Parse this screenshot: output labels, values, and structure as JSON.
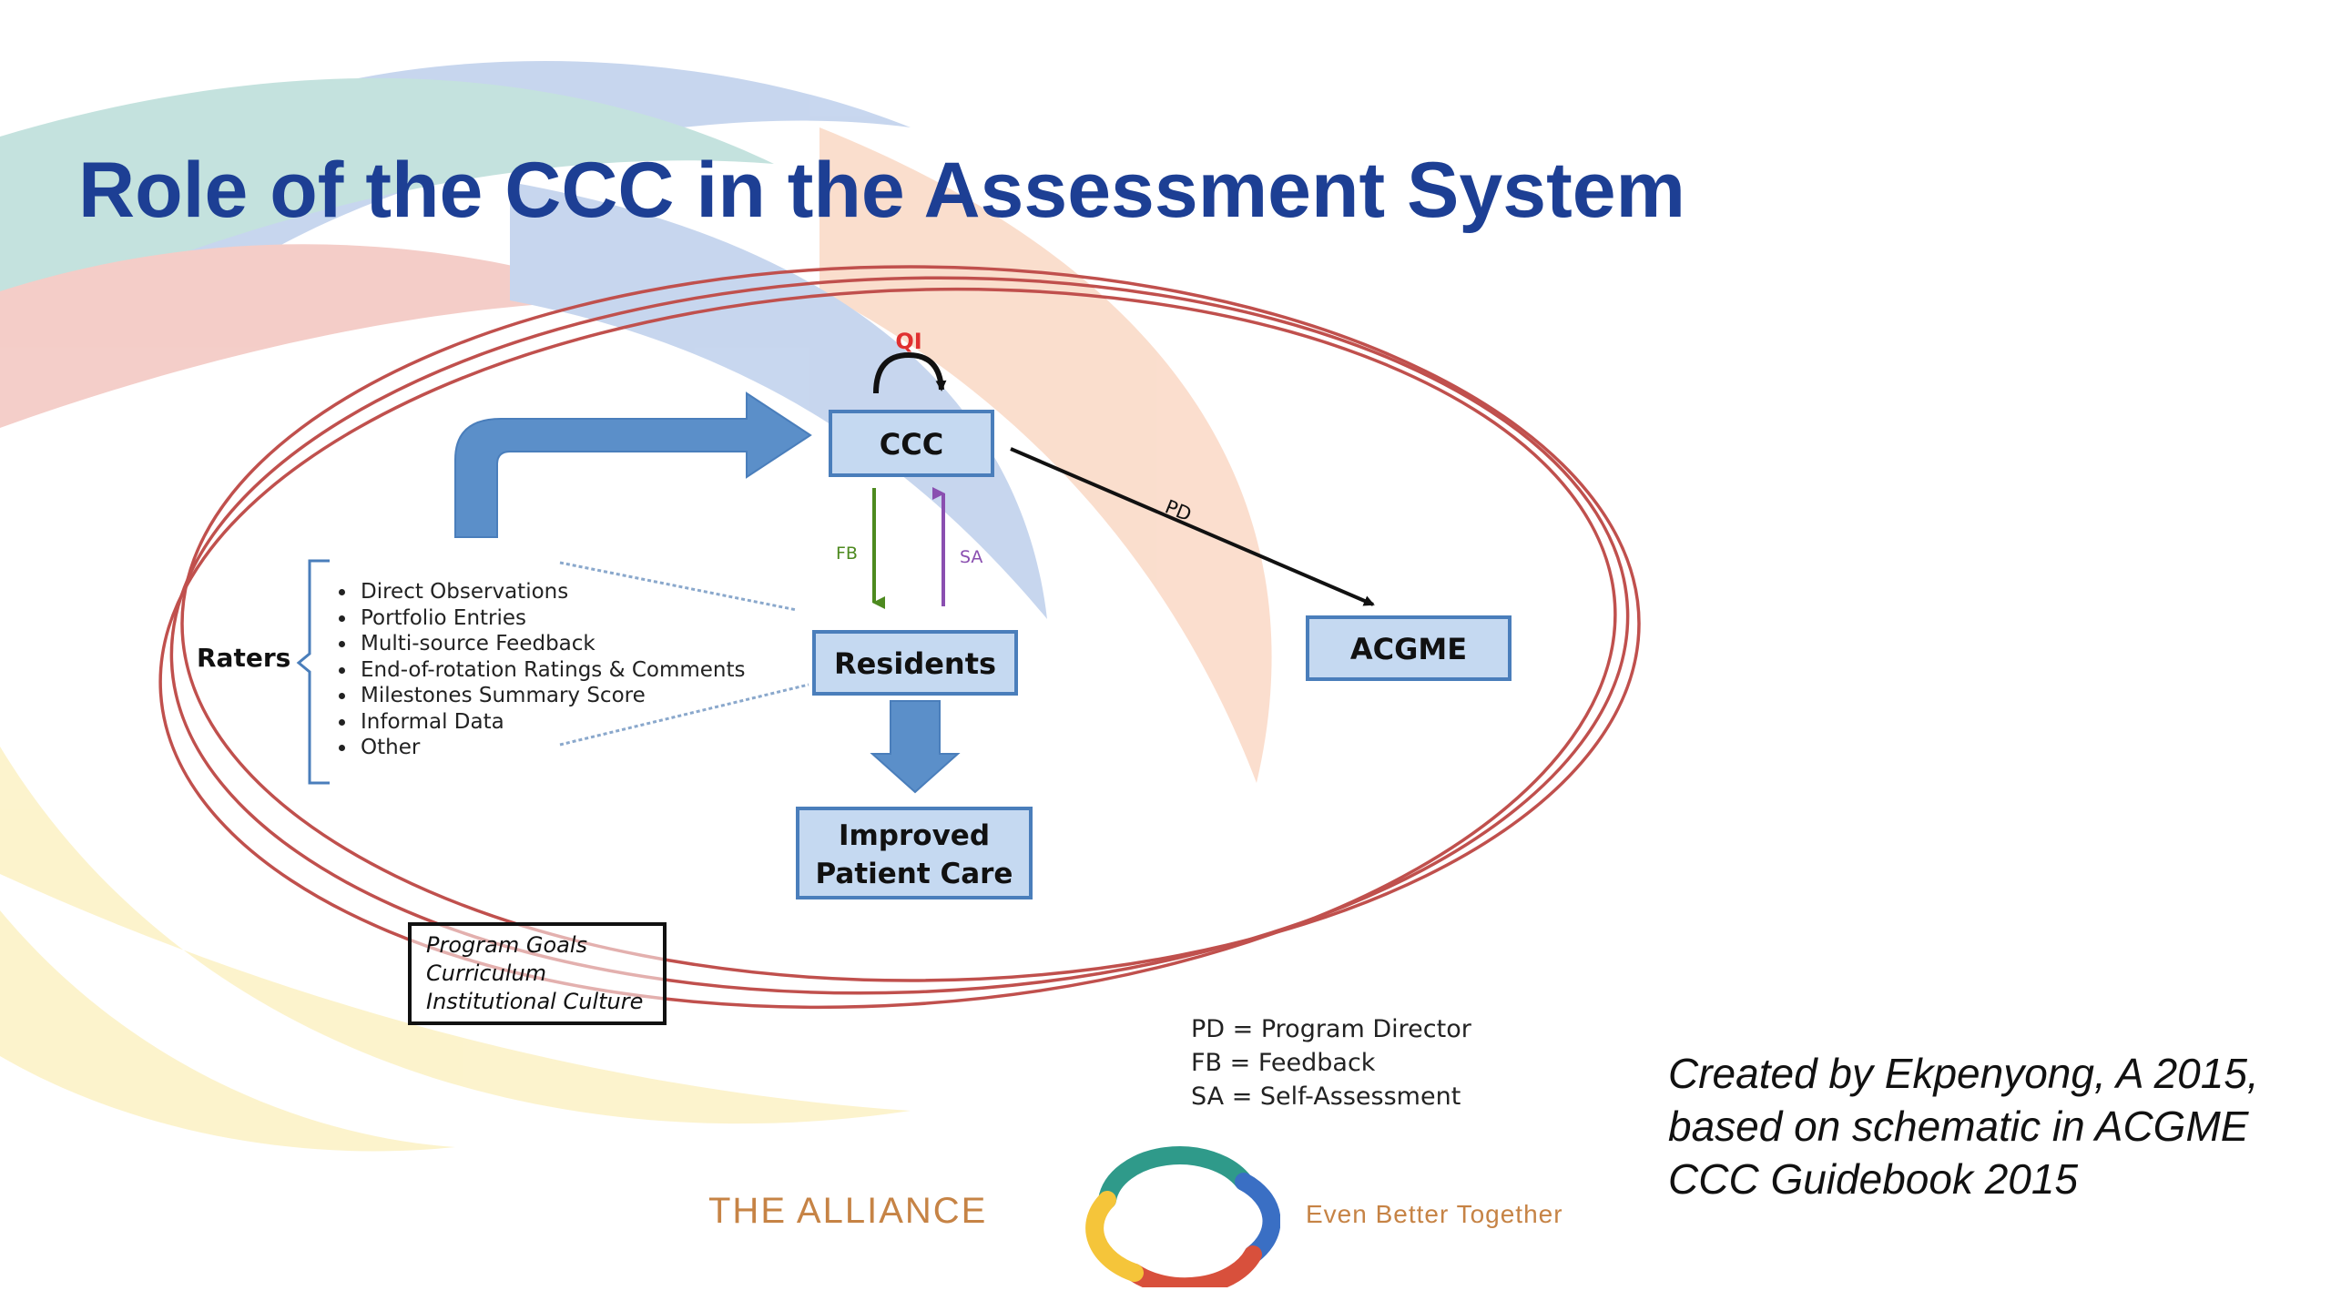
{
  "title": "Role of the CCC in the Assessment System",
  "nodes": {
    "ccc": "CCC",
    "residents": "Residents",
    "acgme": "ACGME",
    "improved_patient_care": [
      "Improved",
      "Patient Care"
    ]
  },
  "arrow_labels": {
    "qi": "QI",
    "fb": "FB",
    "sa": "SA",
    "pd": "PD"
  },
  "raters": {
    "label": "Raters",
    "items": [
      "Direct Observations",
      "Portfolio Entries",
      "Multi-source Feedback",
      "End-of-rotation Ratings & Comments",
      "Milestones Summary Score",
      "Informal Data",
      "Other"
    ]
  },
  "context": [
    "Program Goals",
    "Curriculum",
    "Institutional Culture"
  ],
  "legend": [
    "PD = Program Director",
    "FB = Feedback",
    "SA = Self-Assessment"
  ],
  "credit": [
    "Created by Ekpenyong, A 2015,",
    "based on schematic in ACGME",
    "CCC Guidebook 2015"
  ],
  "footer": {
    "left": "THE ALLIANCE",
    "right": "Even Better Together"
  },
  "colors": {
    "title": "#1d3f94",
    "box_fill": "#c5d9f1",
    "box_stroke": "#4a7ebb",
    "big_arrow": "#5b8fc9",
    "ellipse": "#c0504d",
    "fb_arrow": "#4d8a1f",
    "sa_arrow": "#8a4fb0",
    "qi_text": "#e03030",
    "footer_text": "#c68345"
  }
}
